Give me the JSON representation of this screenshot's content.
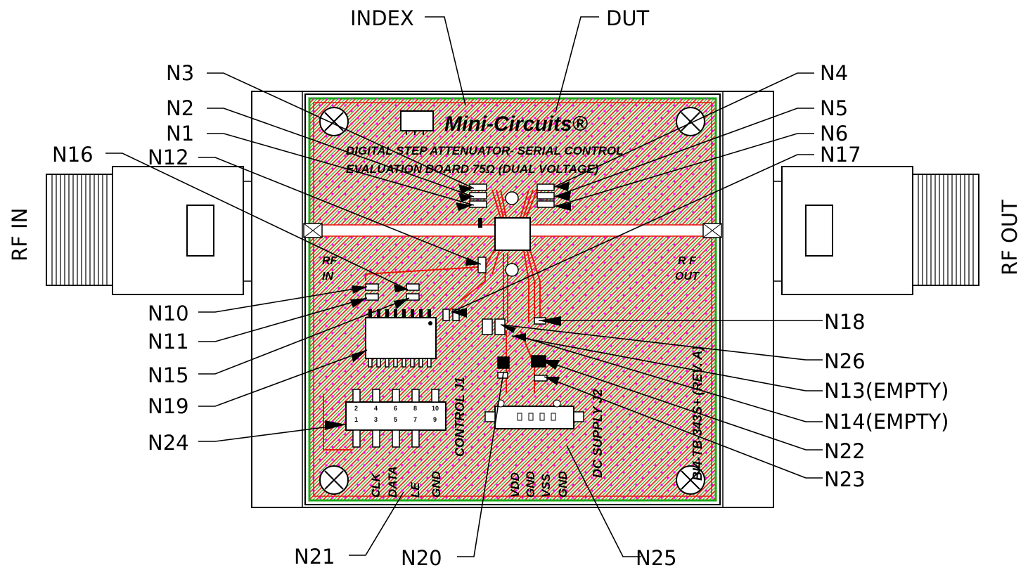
{
  "board": {
    "brand": "Mini-Circuits®",
    "title_line1": "DIGITAL STEP ATTENUATOR- SERIAL CONTROL",
    "title_line2": "EVALUATION BOARD 75Ω (DUAL VOLTAGE)",
    "board_id": "BI4-TB-343S+ (REV. A)",
    "rf_in_silk": [
      "RF",
      "IN"
    ],
    "rf_out_silk": [
      "R F",
      "OUT"
    ],
    "control_label": "CONTROL J1",
    "dc_label": "DC SUPPLY J2",
    "control_pins": [
      "CLK",
      "DATA",
      "LE",
      "GND"
    ],
    "dc_pins": [
      "VDD",
      "GND",
      "VSS",
      "GND"
    ],
    "header_top_pins": [
      "2",
      "4",
      "6",
      "8",
      "10"
    ],
    "header_bottom_pins": [
      "1",
      "3",
      "5",
      "7",
      "9"
    ]
  },
  "side_labels": {
    "rf_in": "RF IN",
    "rf_out": "RF OUT"
  },
  "callouts": {
    "index": "INDEX",
    "dut": "DUT",
    "n1": "N1",
    "n2": "N2",
    "n3": "N3",
    "n4": "N4",
    "n5": "N5",
    "n6": "N6",
    "n10": "N10",
    "n11": "N11",
    "n12": "N12",
    "n13": "N13(EMPTY)",
    "n14": "N14(EMPTY)",
    "n15": "N15",
    "n16": "N16",
    "n17": "N17",
    "n18": "N18",
    "n19": "N19",
    "n20": "N20",
    "n21": "N21",
    "n22": "N22",
    "n23": "N23",
    "n24": "N24",
    "n25": "N25",
    "n26": "N26"
  },
  "colors": {
    "copper": "#e8140c",
    "pad": "#1aa81a",
    "via": "#ff00ff",
    "outline": "#000000"
  }
}
